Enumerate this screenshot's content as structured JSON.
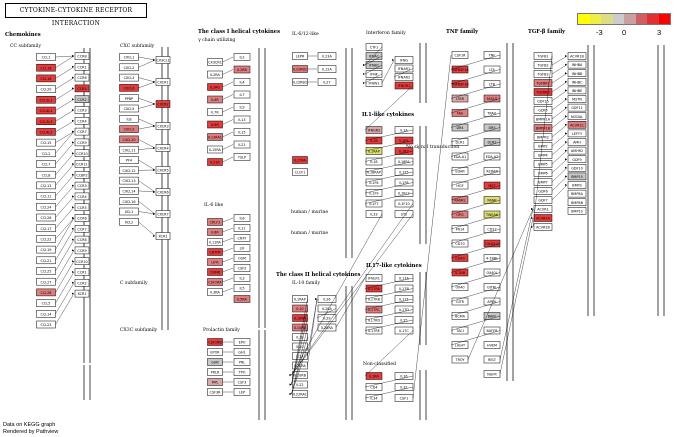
{
  "title": "CYTOKINE-CYTOKINE RECEPTOR INTERACTION",
  "legend": {
    "min_label": "-3",
    "mid_label": "0",
    "max_label": "3",
    "colors": [
      "#ffff00",
      "#eeee44",
      "#dddd88",
      "#cccccc",
      "#c8a0a0",
      "#d06060",
      "#e03030",
      "#ff0000"
    ]
  },
  "footer": {
    "line1": "Data on KEGG graph",
    "line2": "Rendered by Pathview"
  },
  "colors": {
    "up_strong": "#e63b3b",
    "up_mid": "#e27d7d",
    "up_weak": "#d9a9a9",
    "neutral": "#c8c8c8",
    "none": "#ffffff",
    "down": "#dede70"
  },
  "families": [
    {
      "label": "Chemokines",
      "bold": true
    },
    {
      "label": "CC subfamily",
      "bold": false
    },
    {
      "label": "CXC subfamily",
      "bold": false
    },
    {
      "label": "C subfamily",
      "bold": false
    },
    {
      "label": "CX3C subfamily",
      "bold": false
    },
    {
      "label": "The class I helical cytokines",
      "bold": true
    },
    {
      "label": "γ chain utilizing",
      "bold": false
    },
    {
      "label": "IL-6/12-like",
      "bold": false
    },
    {
      "label": "IL-6 like",
      "bold": false
    },
    {
      "label": "Prolactin family",
      "bold": false
    },
    {
      "label": "Interferon family",
      "bold": false
    },
    {
      "label": "IL1-like cytokines",
      "bold": true
    },
    {
      "label": "No signal transduction",
      "bold": false
    },
    {
      "label": "The class II helical cytokines",
      "bold": true
    },
    {
      "label": "IL-10 family",
      "bold": false
    },
    {
      "label": "IL17-like cytokines",
      "bold": true
    },
    {
      "label": "Non-classified",
      "bold": false
    },
    {
      "label": "TNF family",
      "bold": true
    },
    {
      "label": "TGF-β family",
      "bold": true
    },
    {
      "label": "human / murine",
      "bold": false
    },
    {
      "label": "human / murine",
      "bold": false
    }
  ],
  "nodes": [
    {
      "l": "CCL1",
      "c": "none"
    },
    {
      "l": "CCL18",
      "c": "up_strong"
    },
    {
      "l": "CCL16",
      "c": "up_strong"
    },
    {
      "l": "CCL20",
      "c": "none"
    },
    {
      "l": "CCL3L1",
      "c": "up_strong"
    },
    {
      "l": "CCL4L1",
      "c": "up_strong"
    },
    {
      "l": "CCL3L3",
      "c": "up_strong"
    },
    {
      "l": "CCL4L2",
      "c": "up_strong"
    },
    {
      "l": "CCL15",
      "c": "none"
    },
    {
      "l": "CCL2",
      "c": "none"
    },
    {
      "l": "CCL7",
      "c": "none"
    },
    {
      "l": "CCL8",
      "c": "none"
    },
    {
      "l": "CCL13",
      "c": "none"
    },
    {
      "l": "CCL11",
      "c": "none"
    },
    {
      "l": "CCL24",
      "c": "none"
    },
    {
      "l": "CCL26",
      "c": "none"
    },
    {
      "l": "CCL17",
      "c": "none"
    },
    {
      "l": "CCL22",
      "c": "none"
    },
    {
      "l": "CCL19",
      "c": "none"
    },
    {
      "l": "CCL21",
      "c": "none"
    },
    {
      "l": "CCL25",
      "c": "none"
    },
    {
      "l": "CCL27",
      "c": "none"
    },
    {
      "l": "CCL28",
      "c": "up_mid"
    },
    {
      "l": "CCL5",
      "c": "none"
    },
    {
      "l": "CCL14",
      "c": "none"
    },
    {
      "l": "CCL23",
      "c": "none"
    },
    {
      "l": "CCR8",
      "c": "none"
    },
    {
      "l": "CCR1",
      "c": "none"
    },
    {
      "l": "CCR6",
      "c": "none"
    },
    {
      "l": "CCR5",
      "c": "up_strong"
    },
    {
      "l": "CCR2",
      "c": "neutral"
    },
    {
      "l": "CCR3",
      "c": "none"
    },
    {
      "l": "CCR4",
      "c": "none"
    },
    {
      "l": "CCR7",
      "c": "none"
    },
    {
      "l": "CCR9",
      "c": "none"
    },
    {
      "l": "CCR10",
      "c": "none"
    },
    {
      "l": "CCR11",
      "c": "none"
    },
    {
      "l": "CCBP2",
      "c": "none"
    },
    {
      "l": "CCR3",
      "c": "none"
    },
    {
      "l": "CCR4",
      "c": "none"
    },
    {
      "l": "CCR5",
      "c": "none"
    },
    {
      "l": "CCR6",
      "c": "none"
    },
    {
      "l": "CCR7",
      "c": "none"
    },
    {
      "l": "CCR8",
      "c": "none"
    },
    {
      "l": "CCR9",
      "c": "none"
    },
    {
      "l": "CCR10",
      "c": "none"
    },
    {
      "l": "CCR1",
      "c": "none"
    },
    {
      "l": "CCR2",
      "c": "none"
    },
    {
      "l": "XCR1",
      "c": "none"
    },
    {
      "l": "CXCL1",
      "c": "none"
    },
    {
      "l": "CXCL2",
      "c": "none"
    },
    {
      "l": "CXCL3",
      "c": "none"
    },
    {
      "l": "CXCL6",
      "c": "up_strong"
    },
    {
      "l": "PPBP",
      "c": "none"
    },
    {
      "l": "CXCL5",
      "c": "none"
    },
    {
      "l": "IL8",
      "c": "none"
    },
    {
      "l": "CXCL9",
      "c": "up_mid"
    },
    {
      "l": "CXCL10",
      "c": "up_mid"
    },
    {
      "l": "CXCL11",
      "c": "none"
    },
    {
      "l": "PF4",
      "c": "none"
    },
    {
      "l": "CXCL12",
      "c": "none"
    },
    {
      "l": "CXCL13",
      "c": "none"
    },
    {
      "l": "CXCL14",
      "c": "none"
    },
    {
      "l": "CXCL16",
      "c": "none"
    },
    {
      "l": "XCL1",
      "c": "none"
    },
    {
      "l": "XCL2",
      "c": "none"
    },
    {
      "l": "CX3CL1",
      "c": "none"
    },
    {
      "l": "CXCR1",
      "c": "none"
    },
    {
      "l": "CXCR2",
      "c": "up_strong"
    },
    {
      "l": "CXCR3",
      "c": "none"
    },
    {
      "l": "CXCR4",
      "c": "none"
    },
    {
      "l": "CXCR5",
      "c": "none"
    },
    {
      "l": "CXCR6",
      "c": "none"
    },
    {
      "l": "CXCR7",
      "c": "none"
    },
    {
      "l": "XCR1",
      "c": "none"
    },
    {
      "l": "CX3CR1",
      "c": "none"
    },
    {
      "l": "IL2",
      "c": "none"
    },
    {
      "l": "IL2RA",
      "c": "none"
    },
    {
      "l": "IL2RB",
      "c": "up_mid"
    },
    {
      "l": "IL2RG",
      "c": "up_strong"
    },
    {
      "l": "IL4",
      "c": "none"
    },
    {
      "l": "IL4R",
      "c": "up_mid"
    },
    {
      "l": "IL7",
      "c": "none"
    },
    {
      "l": "IL7R",
      "c": "none"
    },
    {
      "l": "IL9",
      "c": "none"
    },
    {
      "l": "IL9R",
      "c": "up_strong"
    },
    {
      "l": "IL13",
      "c": "none"
    },
    {
      "l": "IL13RA1",
      "c": "up_mid"
    },
    {
      "l": "IL15",
      "c": "none"
    },
    {
      "l": "IL15RA",
      "c": "none"
    },
    {
      "l": "IL21",
      "c": "none"
    },
    {
      "l": "IL21R",
      "c": "up_strong"
    },
    {
      "l": "TSLP",
      "c": "none"
    },
    {
      "l": "CRLF2",
      "c": "up_mid"
    },
    {
      "l": "IL6",
      "c": "none"
    },
    {
      "l": "IL6R",
      "c": "up_mid"
    },
    {
      "l": "IL11",
      "c": "none"
    },
    {
      "l": "IL11RA",
      "c": "none"
    },
    {
      "l": "CNTF",
      "c": "none"
    },
    {
      "l": "CNTFR",
      "c": "up_strong"
    },
    {
      "l": "LIF",
      "c": "none"
    },
    {
      "l": "LIFR",
      "c": "up_mid"
    },
    {
      "l": "OSM",
      "c": "none"
    },
    {
      "l": "OSMR",
      "c": "up_strong"
    },
    {
      "l": "CSF2",
      "c": "none"
    },
    {
      "l": "CSF2RA",
      "c": "up_mid"
    },
    {
      "l": "IL3",
      "c": "none"
    },
    {
      "l": "IL3RA",
      "c": "none"
    },
    {
      "l": "IL5",
      "c": "none"
    },
    {
      "l": "IL5RA",
      "c": "up_mid"
    },
    {
      "l": "CSF2RB",
      "c": "up_strong"
    },
    {
      "l": "EPO",
      "c": "none"
    },
    {
      "l": "EPOR",
      "c": "none"
    },
    {
      "l": "GH1",
      "c": "none"
    },
    {
      "l": "GHR",
      "c": "neutral"
    },
    {
      "l": "PRL",
      "c": "none"
    },
    {
      "l": "PRLR",
      "c": "none"
    },
    {
      "l": "TPO",
      "c": "none"
    },
    {
      "l": "MPL",
      "c": "up_weak"
    },
    {
      "l": "CSF3",
      "c": "none"
    },
    {
      "l": "CSF3R",
      "c": "none"
    },
    {
      "l": "LEP",
      "c": "none"
    },
    {
      "l": "LEPR",
      "c": "none"
    },
    {
      "l": "IL23A",
      "c": "none"
    },
    {
      "l": "IL12RB1",
      "c": "up_mid"
    },
    {
      "l": "IL12A",
      "c": "none"
    },
    {
      "l": "IL12RB2",
      "c": "none"
    },
    {
      "l": "IL27",
      "c": "none"
    },
    {
      "l": "IL27RA",
      "c": "up_strong"
    },
    {
      "l": "CLCF1",
      "c": "none"
    },
    {
      "l": "CTF1",
      "c": "none"
    },
    {
      "l": "IFNA1",
      "c": "neutral"
    },
    {
      "l": "IFNB1",
      "c": "neutral"
    },
    {
      "l": "IFNK",
      "c": "none"
    },
    {
      "l": "IFNW1",
      "c": "none"
    },
    {
      "l": "IFNG",
      "c": "none"
    },
    {
      "l": "IFNAR1",
      "c": "none"
    },
    {
      "l": "IFNAR2",
      "c": "none"
    },
    {
      "l": "IFNGR1",
      "c": "up_strong"
    },
    {
      "l": "IFNGR2",
      "c": "up_weak"
    },
    {
      "l": "IL1A",
      "c": "none"
    },
    {
      "l": "IL1B",
      "c": "up_strong"
    },
    {
      "l": "IL1R1",
      "c": "up_strong"
    },
    {
      "l": "IL1RAP",
      "c": "down"
    },
    {
      "l": "IL1R2",
      "c": "up_strong"
    },
    {
      "l": "IL18",
      "c": "none"
    },
    {
      "l": "IL18R1",
      "c": "none"
    },
    {
      "l": "IL18RAP",
      "c": "none"
    },
    {
      "l": "IL1F5",
      "c": "none"
    },
    {
      "l": "IL1F6",
      "c": "none"
    },
    {
      "l": "IL1F8",
      "c": "none"
    },
    {
      "l": "IL1F9",
      "c": "none"
    },
    {
      "l": "IL1RL2",
      "c": "none"
    },
    {
      "l": "IL1F7",
      "c": "none"
    },
    {
      "l": "IL1F10",
      "c": "none"
    },
    {
      "l": "IL33",
      "c": "none"
    },
    {
      "l": "ST2",
      "c": "none"
    },
    {
      "l": "IL1RAP",
      "c": "none"
    },
    {
      "l": "IL10",
      "c": "up_mid"
    },
    {
      "l": "IL10RA",
      "c": "up_strong"
    },
    {
      "l": "IL10RB",
      "c": "up_mid"
    },
    {
      "l": "IL19",
      "c": "none"
    },
    {
      "l": "IL20",
      "c": "none"
    },
    {
      "l": "IL24",
      "c": "none"
    },
    {
      "l": "IL20RA",
      "c": "none"
    },
    {
      "l": "IL20RB",
      "c": "none"
    },
    {
      "l": "IL22",
      "c": "none"
    },
    {
      "l": "IL22RA1",
      "c": "none"
    },
    {
      "l": "IL26",
      "c": "none"
    },
    {
      "l": "IL28A",
      "c": "none"
    },
    {
      "l": "IL29",
      "c": "none"
    },
    {
      "l": "IL28RA",
      "c": "none"
    },
    {
      "l": "IFNLR1",
      "c": "none"
    },
    {
      "l": "IL17A",
      "c": "none"
    },
    {
      "l": "IL17RA",
      "c": "up_strong"
    },
    {
      "l": "IL17B",
      "c": "none"
    },
    {
      "l": "IL17RB",
      "c": "none"
    },
    {
      "l": "IL17F",
      "c": "none"
    },
    {
      "l": "IL17RC",
      "c": "up_mid"
    },
    {
      "l": "IL17D",
      "c": "none"
    },
    {
      "l": "IL17RD",
      "c": "none"
    },
    {
      "l": "IL25",
      "c": "none"
    },
    {
      "l": "IL17RE",
      "c": "none"
    },
    {
      "l": "IL17C",
      "c": "none"
    },
    {
      "l": "IL1RA",
      "c": "up_strong"
    },
    {
      "l": "IL16",
      "c": "none"
    },
    {
      "l": "CD4",
      "c": "none"
    },
    {
      "l": "IL32",
      "c": "none"
    },
    {
      "l": "IL34",
      "c": "none"
    },
    {
      "l": "CSF1",
      "c": "none"
    },
    {
      "l": "CSF1R",
      "c": "none"
    },
    {
      "l": "TNF",
      "c": "none"
    },
    {
      "l": "TNFRSF1A",
      "c": "up_strong"
    },
    {
      "l": "LTA",
      "c": "none"
    },
    {
      "l": "TNFRSF1B",
      "c": "up_strong"
    },
    {
      "l": "LTB",
      "c": "none"
    },
    {
      "l": "LTBR",
      "c": "up_weak"
    },
    {
      "l": "FASLG",
      "c": "up_mid"
    },
    {
      "l": "FAS",
      "c": "up_mid"
    },
    {
      "l": "TRAIL",
      "c": "none"
    },
    {
      "l": "DR4",
      "c": "neutral"
    },
    {
      "l": "DR5",
      "c": "neutral"
    },
    {
      "l": "DcR1",
      "c": "none"
    },
    {
      "l": "DcR2",
      "c": "neutral"
    },
    {
      "l": "EDA-A1",
      "c": "none"
    },
    {
      "l": "EDA-A2",
      "c": "none"
    },
    {
      "l": "EDAR",
      "c": "none"
    },
    {
      "l": "XEDAR",
      "c": "none"
    },
    {
      "l": "HGF",
      "c": "none"
    },
    {
      "l": "MET",
      "c": "up_strong"
    },
    {
      "l": "RANKL",
      "c": "up_mid"
    },
    {
      "l": "RANK",
      "c": "down"
    },
    {
      "l": "OPG",
      "c": "up_mid"
    },
    {
      "l": "TWEAK",
      "c": "down"
    },
    {
      "l": "FN14",
      "c": "none"
    },
    {
      "l": "CD27",
      "c": "none"
    },
    {
      "l": "CD70",
      "c": "none"
    },
    {
      "l": "CD40LG",
      "c": "up_strong"
    },
    {
      "l": "CD40",
      "c": "up_strong"
    },
    {
      "l": "4-1BBL",
      "c": "none"
    },
    {
      "l": "4-1BB",
      "c": "up_strong"
    },
    {
      "l": "OX40L",
      "c": "none"
    },
    {
      "l": "OX40",
      "c": "none"
    },
    {
      "l": "GITRL",
      "c": "none"
    },
    {
      "l": "GITR",
      "c": "none"
    },
    {
      "l": "APRIL",
      "c": "none"
    },
    {
      "l": "BCMA",
      "c": "none"
    },
    {
      "l": "BAFF",
      "c": "neutral"
    },
    {
      "l": "TACI",
      "c": "none"
    },
    {
      "l": "BAFFR",
      "c": "none"
    },
    {
      "l": "LIGHT",
      "c": "none"
    },
    {
      "l": "HVEM",
      "c": "none"
    },
    {
      "l": "TROY",
      "c": "none"
    },
    {
      "l": "RELT",
      "c": "none"
    },
    {
      "l": "NGFR",
      "c": "none"
    },
    {
      "l": "TGFB1",
      "c": "none"
    },
    {
      "l": "TGFB2",
      "c": "none"
    },
    {
      "l": "TGFB3",
      "c": "none"
    },
    {
      "l": "TGFBR1",
      "c": "up_mid"
    },
    {
      "l": "TGFBR2",
      "c": "up_strong"
    },
    {
      "l": "GDF15",
      "c": "none"
    },
    {
      "l": "GDF5",
      "c": "none"
    },
    {
      "l": "BMPR1A",
      "c": "none"
    },
    {
      "l": "BMPR1B",
      "c": "up_mid"
    },
    {
      "l": "BMPR2",
      "c": "none"
    },
    {
      "l": "BMP2",
      "c": "none"
    },
    {
      "l": "BMP4",
      "c": "none"
    },
    {
      "l": "BMP5",
      "c": "none"
    },
    {
      "l": "BMP6",
      "c": "none"
    },
    {
      "l": "BMP7",
      "c": "none"
    },
    {
      "l": "GDF6",
      "c": "none"
    },
    {
      "l": "GDF7",
      "c": "none"
    },
    {
      "l": "ACVR1",
      "c": "none"
    },
    {
      "l": "ACVR2A",
      "c": "up_strong"
    },
    {
      "l": "ACVR2B",
      "c": "none"
    },
    {
      "l": "ACVR1B",
      "c": "none"
    },
    {
      "l": "INHBA",
      "c": "none"
    },
    {
      "l": "INHBB",
      "c": "none"
    },
    {
      "l": "INHBC",
      "c": "none"
    },
    {
      "l": "INHBE",
      "c": "none"
    },
    {
      "l": "MSTN",
      "c": "none"
    },
    {
      "l": "GDF11",
      "c": "none"
    },
    {
      "l": "NODAL",
      "c": "none"
    },
    {
      "l": "ACVR1C",
      "c": "up_mid"
    },
    {
      "l": "LEFTY",
      "c": "none"
    },
    {
      "l": "AMH",
      "c": "none"
    },
    {
      "l": "AMHR2",
      "c": "none"
    },
    {
      "l": "GDF9",
      "c": "none"
    },
    {
      "l": "GDF10",
      "c": "none"
    },
    {
      "l": "BMP15",
      "c": "neutral"
    },
    {
      "l": "BMP3",
      "c": "none"
    },
    {
      "l": "BMP8A",
      "c": "none"
    },
    {
      "l": "BMP8B",
      "c": "none"
    },
    {
      "l": "BMP10",
      "c": "none"
    }
  ]
}
